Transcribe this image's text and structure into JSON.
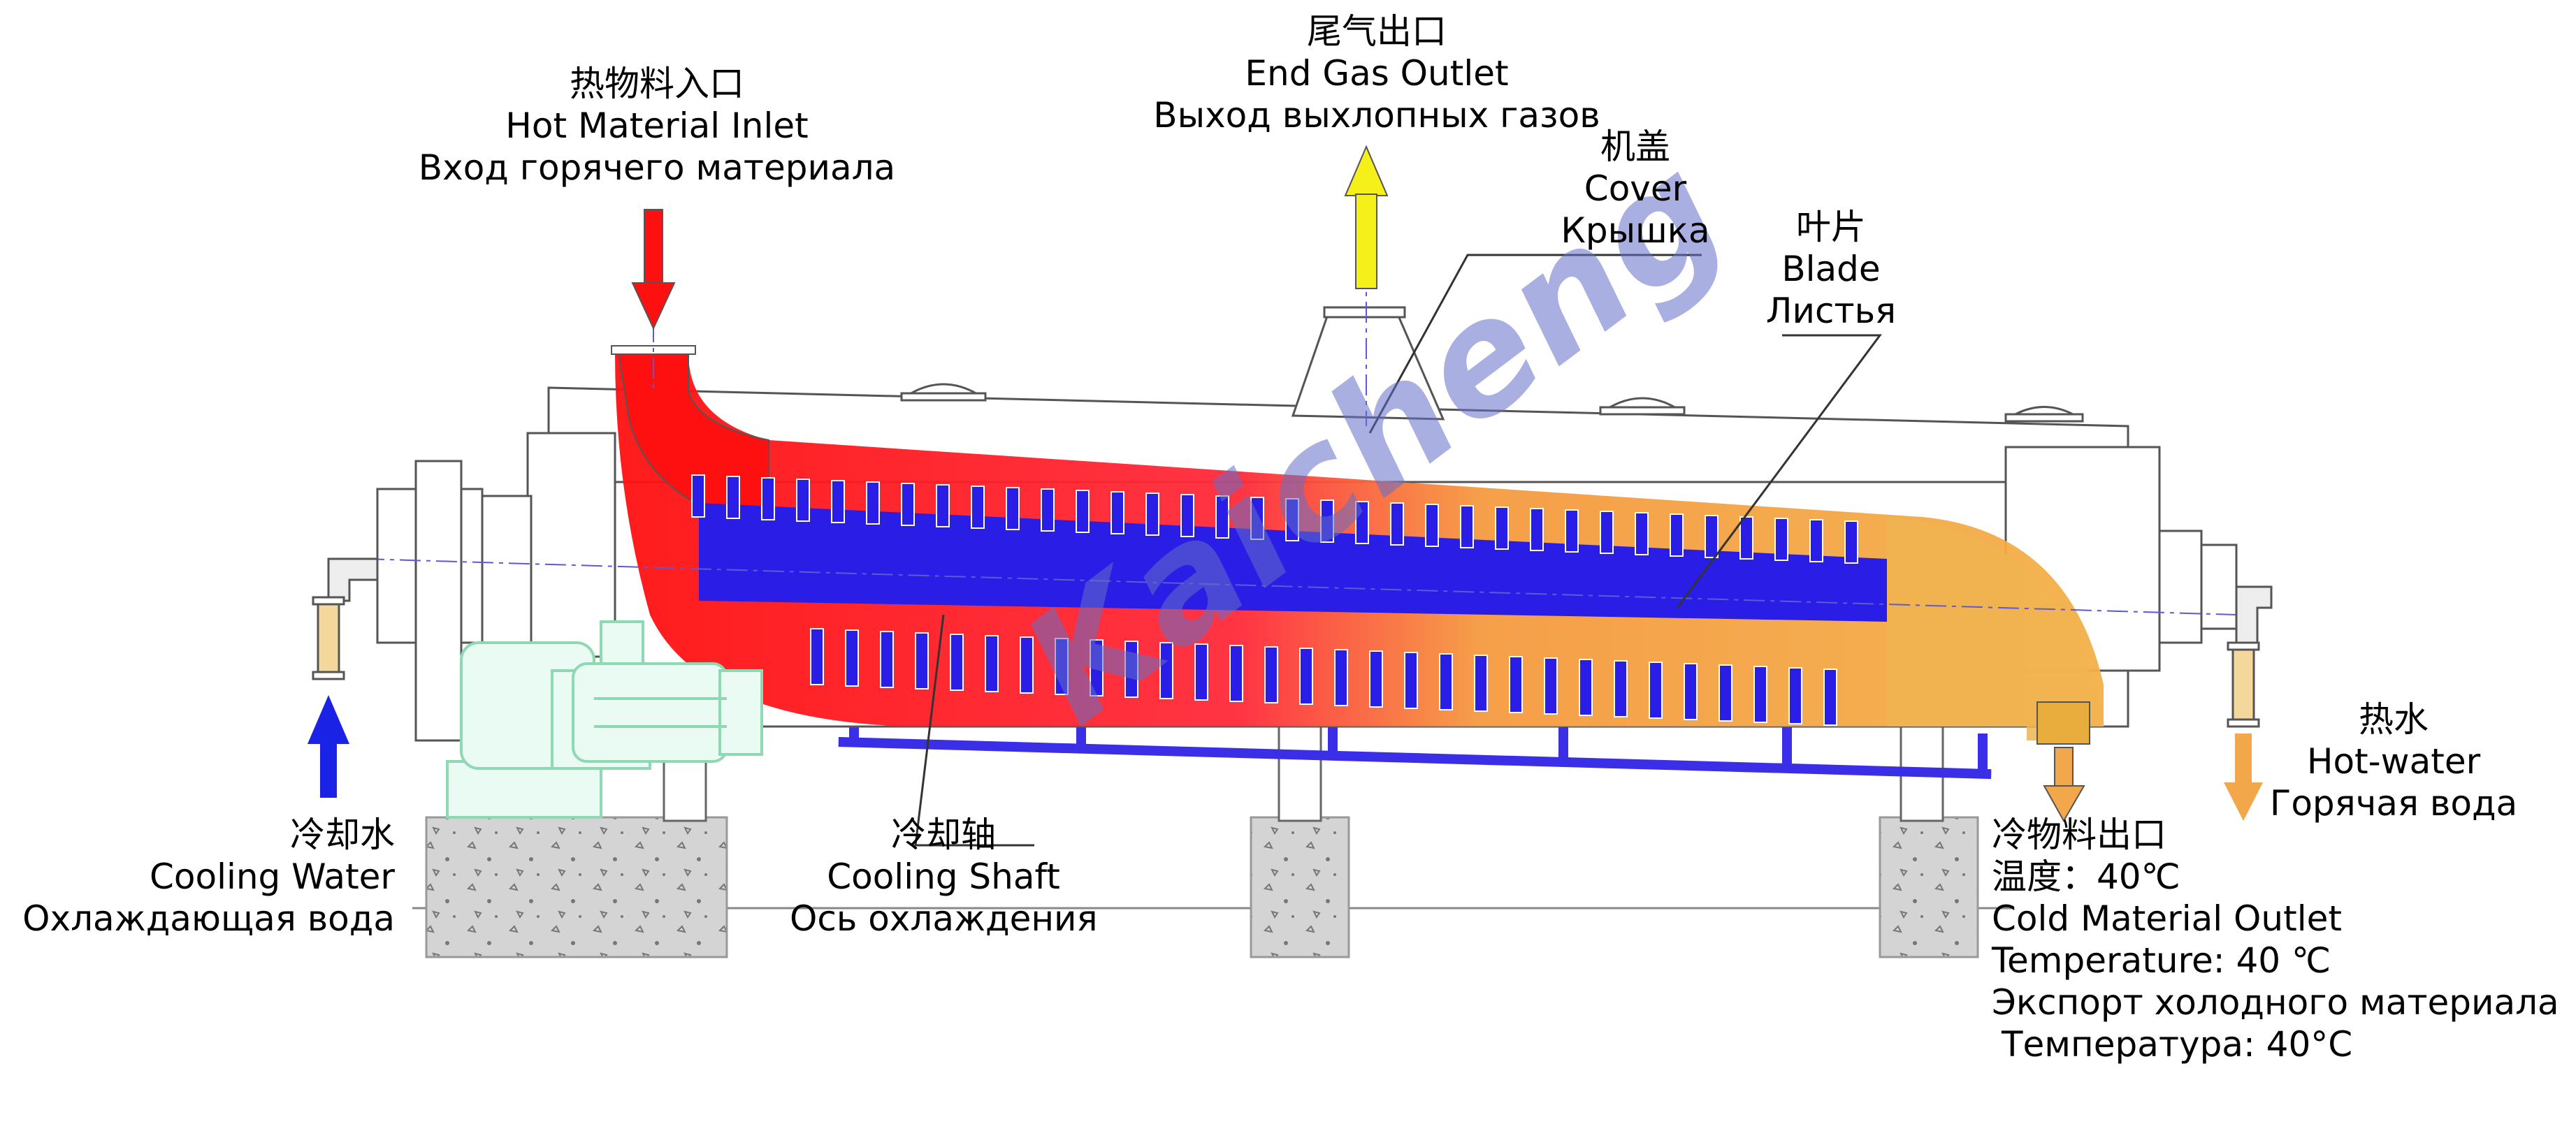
{
  "labels": {
    "hot_inlet": {
      "zh": "热物料入口",
      "en": "Hot Material Inlet",
      "ru": "Вход горячего материала"
    },
    "end_gas": {
      "zh": "尾气出口",
      "en": "End Gas Outlet",
      "ru": "Выход выхлопных газов"
    },
    "cover": {
      "zh": "机盖",
      "en": "Cover",
      "ru": "Крышка"
    },
    "blade": {
      "zh": "叶片",
      "en": "Blade",
      "ru": "Листья"
    },
    "cooling_water": {
      "zh": "冷却水",
      "en": "Cooling Water",
      "ru": "Охлаждающая вода"
    },
    "cooling_shaft": {
      "zh": "冷却轴",
      "en": "Cooling Shaft",
      "ru": "Ось охлаждения"
    },
    "hot_water": {
      "zh": "热水",
      "en": "Hot-water",
      "ru": "Горячая вода"
    },
    "cold_outlet": {
      "zh": "冷物料出口",
      "zh_temp": "温度：40℃",
      "en": "Cold Material Outlet",
      "en_temp": "Temperature: 40 ℃",
      "ru": "Экспорт холодного материала",
      "ru_temp": "Температура: 40°C"
    }
  },
  "watermark": "Kaicheng",
  "colors": {
    "hot_material": "#ff1010",
    "warm_material": "#f5a23a",
    "cold_material": "#e8ad3c",
    "shaft": "#2a1ee6",
    "base_frame": "#3a2ee6",
    "motor": "#8fd8b4",
    "exhaust_arrow": "#f6f01a",
    "inlet_arrow": "#ff1010",
    "water_arrow": "#1a22e6",
    "hot_water_arrow": "#f2a84a",
    "concrete": "#d2d2d2"
  }
}
